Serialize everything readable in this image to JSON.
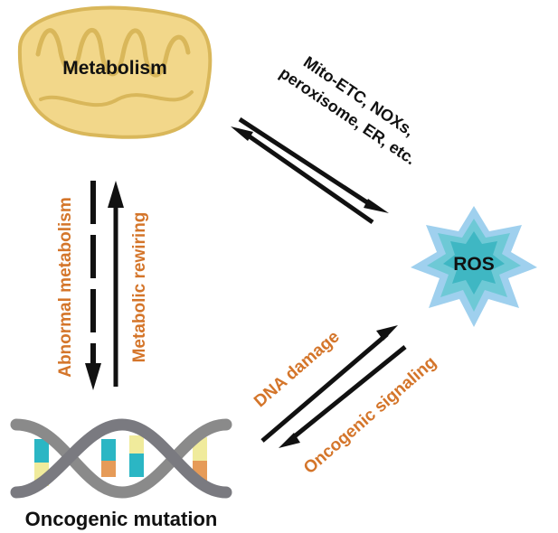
{
  "nodes": {
    "metabolism": {
      "label": "Metabolism"
    },
    "ros": {
      "label": "ROS"
    },
    "mutation": {
      "label": "Oncogenic mutation"
    }
  },
  "edges": {
    "metabolism_ros": {
      "label_line1": "Mito-ETC, NOXs,",
      "label_line2": "peroxisome, ER, etc."
    },
    "abnormal_metabolism": {
      "label": "Abnormal metabolism"
    },
    "metabolic_rewiring": {
      "label": "Metabolic rewiring"
    },
    "dna_damage": {
      "label": "DNA damage"
    },
    "oncogenic_signaling": {
      "label": "Oncogenic signaling"
    }
  },
  "colors": {
    "mito_fill": "#f2d78a",
    "mito_stroke": "#d9b75a",
    "ros_outer": "#9fd0ee",
    "ros_mid": "#6ec9d6",
    "ros_inner": "#3fb7c3",
    "dna_backbone": "#8a8a8a",
    "dna_teal": "#2bb6c4",
    "dna_orange": "#e69b58",
    "dna_yellow": "#f0eb9c",
    "label_orange": "#d4752a"
  }
}
